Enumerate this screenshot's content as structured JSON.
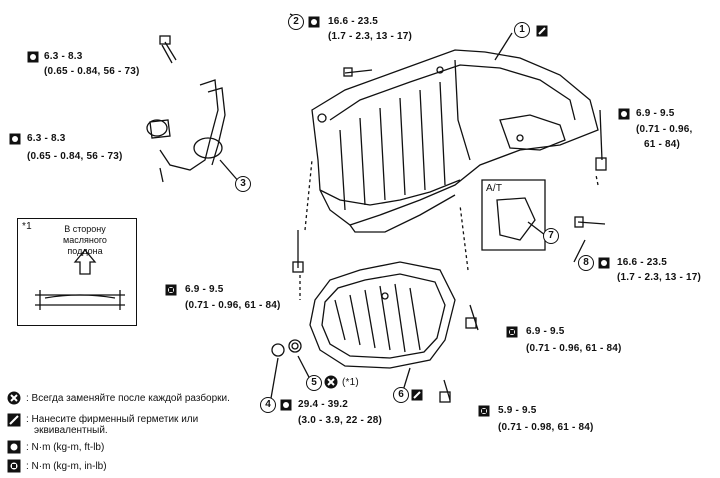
{
  "torque_specs": {
    "spec_top_left_1": {
      "line1": "6.3 - 8.3",
      "line2": "(0.65 - 0.84, 56 - 73)"
    },
    "spec_top_left_2": {
      "line1": "6.3 - 8.3",
      "line2": "(0.65 - 0.84, 56 - 73)"
    },
    "spec_top_center": {
      "line1": "16.6 - 23.5",
      "line2": "(1.7 - 2.3, 13 - 17)"
    },
    "spec_right_upper": {
      "line1": "6.9 - 9.5",
      "line2": "(0.71 - 0.96,",
      "line3": "61 - 84)"
    },
    "spec_right_mid": {
      "line1": "16.6 - 23.5",
      "line2": "(1.7 - 2.3, 13 - 17)"
    },
    "spec_center_left": {
      "line1": "6.9 - 9.5",
      "line2": "(0.71 - 0.96, 61 - 84)"
    },
    "spec_right_lower": {
      "line1": "6.9 - 9.5",
      "line2": "(0.71 - 0.96, 61 - 84)"
    },
    "spec_bottom_center": {
      "line1": "29.4 - 39.2",
      "line2": "(3.0 - 3.9, 22 - 28)"
    },
    "spec_bottom_right": {
      "line1": "5.9 - 9.5",
      "line2": "(0.71 - 0.98, 61 - 84)"
    }
  },
  "callouts": {
    "c1": "1",
    "c2": "2",
    "c3": "3",
    "c4": "4",
    "c5": "5",
    "c6": "6",
    "c7": "7",
    "c8": "8"
  },
  "labels": {
    "at_label": "A/T",
    "note_ref": "(*1)",
    "inset_marker": "*1",
    "inset_text": [
      "В сторону",
      "масляного",
      "поддона"
    ]
  },
  "legend": [
    {
      "icon": "replace-x-icon",
      "text": ": Всегда заменяйте после каждой разборки."
    },
    {
      "icon": "sealant-icon",
      "text_line1": ": Нанесите фирменный герметик или",
      "text_line2": "эквивалентный."
    },
    {
      "icon": "torque-nm-ftlb-icon",
      "text": ": N·m (kg-m, ft-lb)"
    },
    {
      "icon": "torque-nm-inlb-icon",
      "text": ": N·m (kg-m, in-lb)"
    }
  ]
}
